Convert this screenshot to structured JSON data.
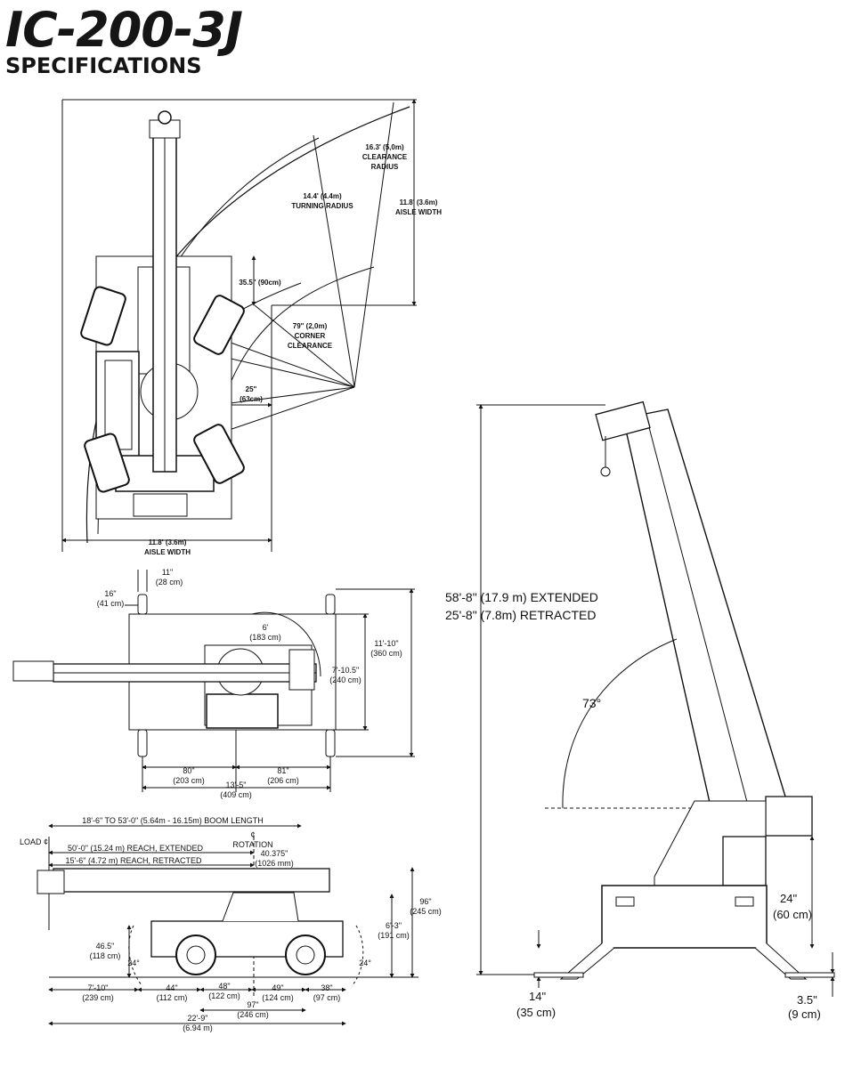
{
  "header": {
    "model": "IC-200-3J",
    "subtitle": "SPECIFICATIONS"
  },
  "top_view": {
    "clearance_radius": [
      "16.3' (5,0m)",
      "CLEARANCE",
      "RADIUS"
    ],
    "turning_radius": [
      "14.4' (4.4m)",
      "TURNING RADIUS"
    ],
    "aisle_width_right": [
      "11.8' (3.6m)",
      "AISLE WIDTH"
    ],
    "front_offset": "35.5\" (90cm)",
    "corner_clearance": [
      "79\" (2,0m)",
      "CORNER",
      "CLEARANCE"
    ],
    "side_offset": [
      "25\"",
      "(63cm)"
    ],
    "aisle_width_bottom": [
      "11.8' (3.6m)",
      "AISLE WIDTH"
    ]
  },
  "plan_view": {
    "pad_width": [
      "11\"",
      "(28 cm)"
    ],
    "pad_length": [
      "16\"",
      "(41 cm)"
    ],
    "slew": [
      "6'",
      "(183 cm)"
    ],
    "outrigger_span": [
      "11'-10\"",
      "(360 cm)"
    ],
    "chassis_width": [
      "7'-10.5\"",
      "(240 cm)"
    ],
    "front_span": [
      "80\"",
      "(203 cm)"
    ],
    "rear_span": [
      "81\"",
      "(206 cm)"
    ],
    "total_span": [
      "13'-5\"",
      "(409 cm)"
    ]
  },
  "side_view": {
    "boom_length": "18'-6\" TO 53'-0\" (5.64m - 16.15m) BOOM LENGTH",
    "load_label": "LOAD ¢",
    "rotation_label": [
      "¢",
      "ROTATION"
    ],
    "reach_extended": "50'-0\" (15.24 m) REACH, EXTENDED",
    "reach_retracted": "15'-6\" (4.72 m) REACH, RETRACTED",
    "rotation_offset": [
      "40.375\"",
      "(1026 mm)"
    ],
    "overall_height": [
      "96\"",
      "(245 cm)"
    ],
    "cab_height": [
      "6'-3\"",
      "(191 cm)"
    ],
    "ground_clearance": [
      "46.5\"",
      "(118 cm)"
    ],
    "approach_angle": "24°",
    "departure_angle": "24°",
    "front_overhang": [
      "7'-10\"",
      "(239 cm)"
    ],
    "front_axle": [
      "44\"",
      "(112 cm)"
    ],
    "center_left": [
      "48\"",
      "(122 cm)"
    ],
    "center_right": [
      "49\"",
      "(124 cm)"
    ],
    "rear_overhang": [
      "38\"",
      "(97 cm)"
    ],
    "wheelbase": [
      "97\"",
      "(246 cm)"
    ],
    "overall_length": [
      "22'-9\"",
      "(6.94 m)"
    ]
  },
  "rear_view": {
    "height_extended": "58'-8\" (17.9 m) EXTENDED",
    "height_retracted": "25'-8\" (7.8m) RETRACTED",
    "boom_angle": "73°",
    "pad_height": [
      "24\"",
      "(60 cm)"
    ],
    "ground_left": [
      "14\"",
      "(35 cm)"
    ],
    "ground_right": [
      "3.5\"",
      "(9 cm)"
    ]
  }
}
